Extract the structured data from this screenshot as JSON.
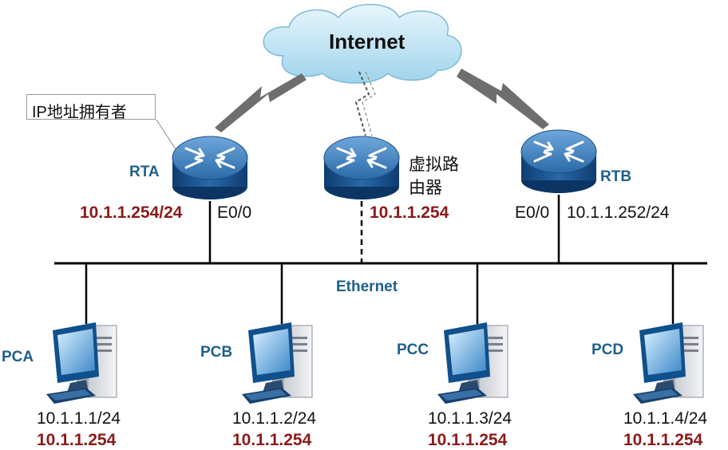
{
  "cloud": {
    "label": "Internet"
  },
  "callout": {
    "text": "IP地址拥有者"
  },
  "routers": {
    "rta": {
      "name": "RTA",
      "ip": "10.1.1.254/24",
      "port": "E0/0"
    },
    "virtual": {
      "name_line1": "虚拟路",
      "name_line2": "由器",
      "ip": "10.1.1.254"
    },
    "rtb": {
      "name": "RTB",
      "port": "E0/0",
      "ip": "10.1.1.252/24"
    }
  },
  "network": {
    "label": "Ethernet"
  },
  "pcs": [
    {
      "name": "PCA",
      "ip": "10.1.1.1/24",
      "gateway": "10.1.1.254"
    },
    {
      "name": "PCB",
      "ip": "10.1.1.2/24",
      "gateway": "10.1.1.254"
    },
    {
      "name": "PCC",
      "ip": "10.1.1.3/24",
      "gateway": "10.1.1.254"
    },
    {
      "name": "PCD",
      "ip": "10.1.1.4/24",
      "gateway": "10.1.1.254"
    }
  ],
  "colors": {
    "label_blue": "#1f5f8c",
    "gateway_red": "#8b1a1a",
    "router_blue": "#2a6aa8"
  }
}
